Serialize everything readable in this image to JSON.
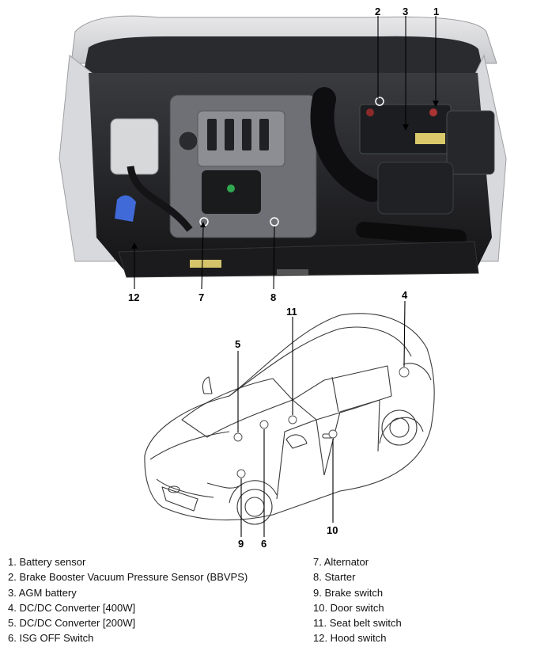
{
  "callouts": {
    "c1": "1",
    "c2": "2",
    "c3": "3",
    "c4": "4",
    "c5": "5",
    "c6": "6",
    "c7": "7",
    "c8": "8",
    "c9": "9",
    "c10": "10",
    "c11": "11",
    "c12": "12"
  },
  "legend": {
    "left": [
      "1. Battery sensor",
      "2. Brake Booster Vacuum Pressure Sensor (BBVPS)",
      "3. AGM battery",
      "4. DC/DC Converter [400W]",
      "5. DC/DC Converter [200W]",
      "6. ISG OFF Switch"
    ],
    "right": [
      "7. Alternator",
      "8. Starter",
      "9. Brake switch",
      "10. Door switch",
      "11. Seat belt switch",
      "12. Hood switch"
    ]
  }
}
